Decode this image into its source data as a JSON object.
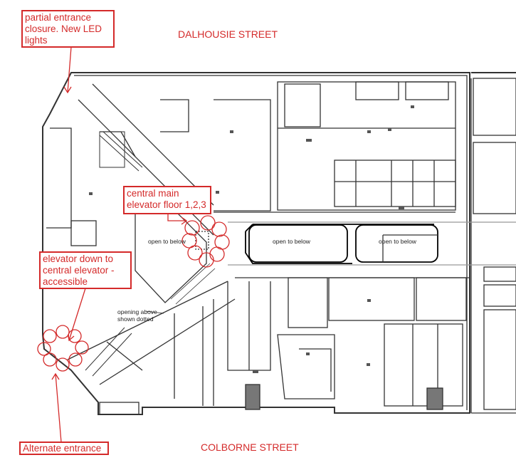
{
  "streets": {
    "north": "DALHOUSIE STREET",
    "south": "COLBORNE STREET"
  },
  "annotations": {
    "partial_entrance": "partial entrance closure. New LED lights",
    "central_elevator": "central main elevator floor 1,2,3",
    "elevator_down": "elevator down to central elevator - accessible",
    "alternate_entrance": "Alternate entrance"
  },
  "plan_labels": {
    "open_1": "open to below",
    "open_2": "open to below",
    "open_3": "open to below",
    "opening_above_1": "opening above",
    "opening_above_2": "shown dotted"
  },
  "colors": {
    "annotation": "#d42a2a",
    "walls": "#222222"
  }
}
